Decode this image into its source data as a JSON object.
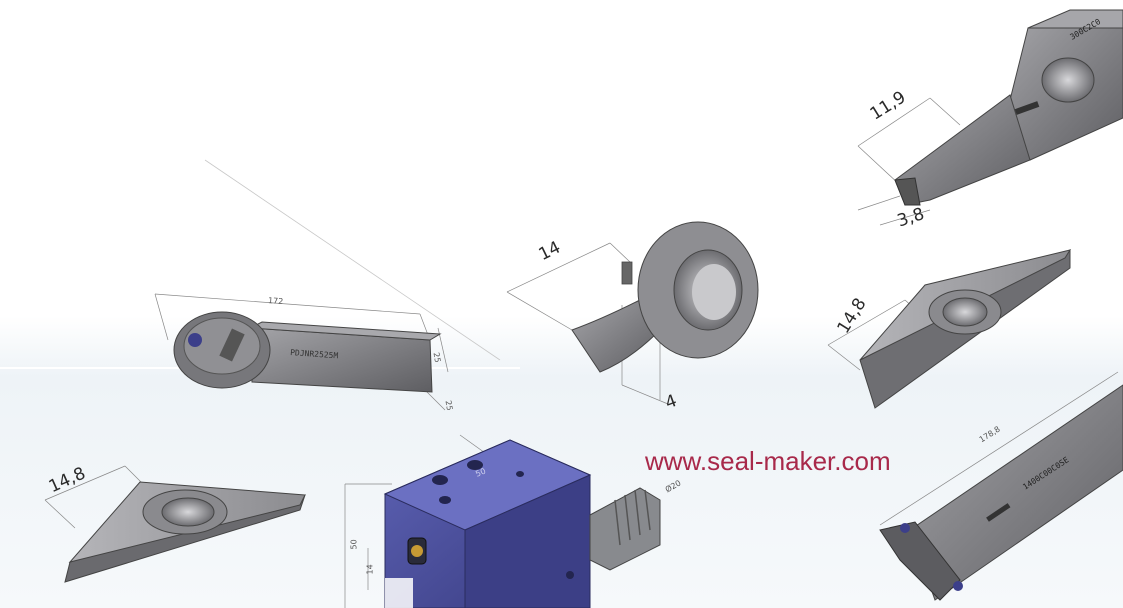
{
  "watermark": "www.seal-maker.com",
  "dimensions": {
    "holder_length": "172",
    "holder_height": "25",
    "holder_width": "25",
    "ring_width": "14",
    "ring_thickness": "4",
    "grooving_tool_length": "11,9",
    "grooving_tool_tip": "3,8",
    "insert_right_width": "14,8",
    "insert_left_width": "14,8",
    "block_height": "50",
    "block_sub_height": "14",
    "block_width": "50",
    "shank_diameter": "Ø20",
    "boring_bar_length": "178,8"
  },
  "colors": {
    "part_steel": "#8a8a8d",
    "part_steel_dark": "#5a5a5e",
    "tool_block_blue": "#4e52a0",
    "watermark": "#a8294a",
    "background_tint": "#eef3f7"
  }
}
